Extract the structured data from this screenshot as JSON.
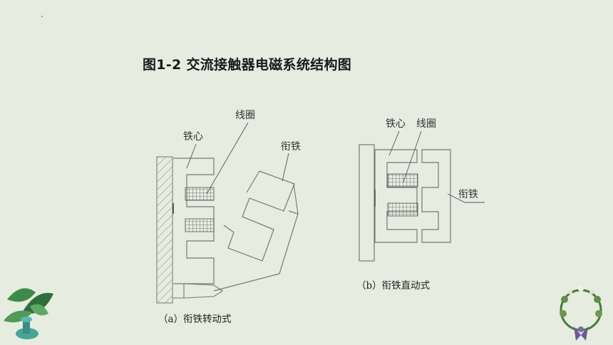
{
  "slide": {
    "title": "图1-2 交流接触器电磁系统结构图"
  },
  "diagram_a": {
    "labels": {
      "core": "铁心",
      "coil": "线圈",
      "armature": "衔铁"
    },
    "caption": "（a）衔铁转动式"
  },
  "diagram_b": {
    "labels": {
      "core": "铁心",
      "coil": "线圈",
      "armature": "衔铁"
    },
    "caption": "（b）衔铁直动式"
  },
  "colors": {
    "background": "#e6ecdf",
    "line": "#777777",
    "text": "#1a1a1a"
  },
  "decorations": {
    "left": "leaf-plant-icon",
    "right": "laurel-wreath-icon"
  }
}
